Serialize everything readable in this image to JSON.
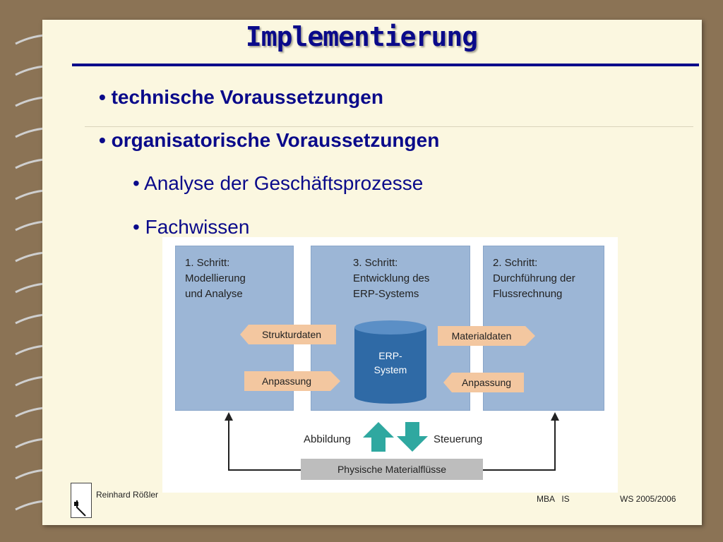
{
  "slide": {
    "title": "Implementierung",
    "bullets": [
      "technische Voraussetzungen",
      "organisatorische Voraussetzungen"
    ],
    "sub_bullets": [
      "Analyse der Geschäftsprozesse",
      "Fachwissen"
    ],
    "bullet_char": "•"
  },
  "diagram": {
    "box1": {
      "step": "1. Schritt:",
      "line1": "Modellierung",
      "line2": "und Analyse"
    },
    "box3": {
      "step": "3. Schritt:",
      "line1": "Entwicklung des",
      "line2": "ERP-Systems"
    },
    "box2": {
      "step": "2. Schritt:",
      "line1": "Durchführung der",
      "line2": "Flussrechnung"
    },
    "left_tags": [
      "Strukturdaten",
      "Anpassung"
    ],
    "right_tags": [
      "Materialdaten",
      "Anpassung"
    ],
    "cylinder": {
      "line1": "ERP-",
      "line2": "System"
    },
    "flow_left": "Abbildung",
    "flow_right": "Steuerung",
    "bottom_bar": "Physische Materialflüsse",
    "colors": {
      "box": "#9cb6d6",
      "tag": "#f3c7a0",
      "cylinder": "#2f6aa6",
      "arrow": "#2fa8a0"
    }
  },
  "footer": {
    "author": "Reinhard Rößler",
    "course": "MBA   IS",
    "term": "WS 2005/2006"
  }
}
